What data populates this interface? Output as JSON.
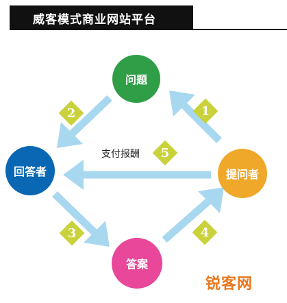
{
  "header": {
    "title": "威客模式商业网站平台"
  },
  "nodes": {
    "question": {
      "label": "问题",
      "color": "#2f9e47"
    },
    "asker": {
      "label": "提问者",
      "color": "#f0a82a"
    },
    "answerer": {
      "label": "回答者",
      "color": "#0a67b3"
    },
    "answer": {
      "label": "答案",
      "color": "#e8479a"
    }
  },
  "steps": [
    "1",
    "2",
    "3",
    "4",
    "5"
  ],
  "pay_label": "支付报酬",
  "colors": {
    "arrow": "#a8d8ef",
    "badge": "#c9d23a",
    "header_bg": "#111111"
  },
  "watermark": "锐客网"
}
